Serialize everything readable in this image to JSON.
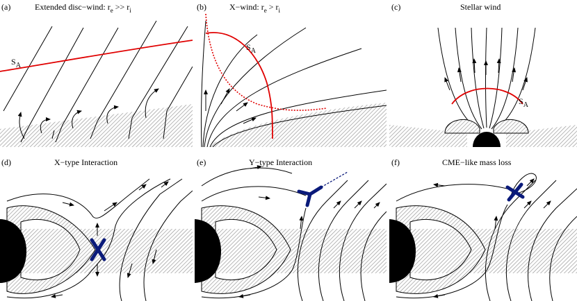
{
  "panels": [
    {
      "label": "(a)",
      "title": "Extended disc−wind:  r",
      "title_sub1": "e",
      "title_mid": ">> r",
      "title_sub2": "i",
      "sa_label": "S",
      "sa_sub": "A"
    },
    {
      "label": "(b)",
      "title": "X−wind:  r",
      "title_sub1": "e",
      "title_mid": "> r",
      "title_sub2": "i",
      "sa_label": "S",
      "sa_sub": "A"
    },
    {
      "label": "(c)",
      "title": "Stellar wind",
      "sa_label": "S",
      "sa_sub": "A"
    },
    {
      "label": "(d)",
      "title": "X−type Interaction"
    },
    {
      "label": "(e)",
      "title": "Y−type Interaction"
    },
    {
      "label": "(f)",
      "title": "CME−like mass loss"
    }
  ],
  "colors": {
    "alfven_surface": "#e00000",
    "reconnection": "#0a1a7a",
    "disc_hatch": "#9a9a9a",
    "star": "#000000"
  }
}
